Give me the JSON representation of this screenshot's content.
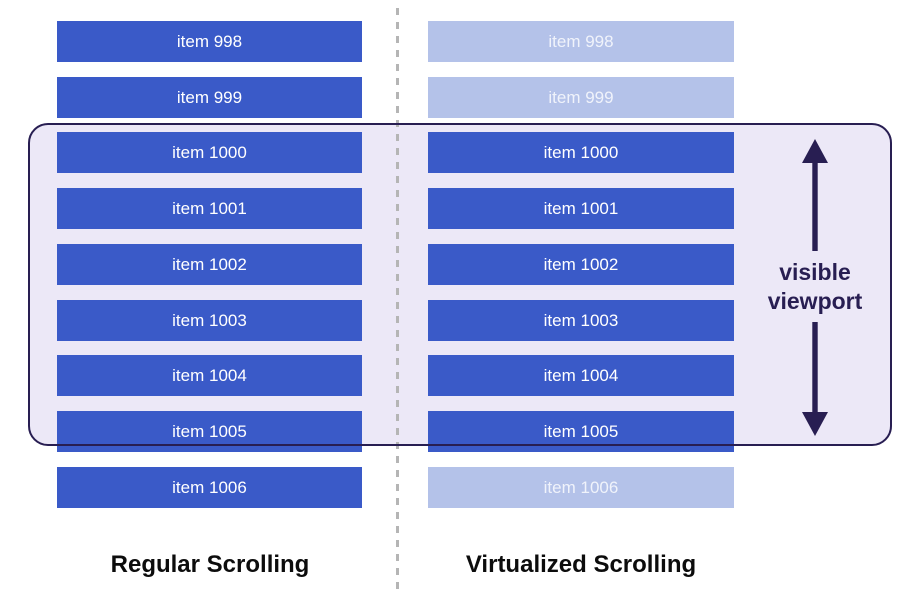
{
  "diagram": {
    "viewport_label": "visible viewport",
    "columns": [
      {
        "label": "Regular Scrolling",
        "items": [
          {
            "label": "item 998",
            "state": "rendered"
          },
          {
            "label": "item 999",
            "state": "rendered"
          },
          {
            "label": "item 1000",
            "state": "rendered"
          },
          {
            "label": "item 1001",
            "state": "rendered"
          },
          {
            "label": "item 1002",
            "state": "rendered"
          },
          {
            "label": "item 1003",
            "state": "rendered"
          },
          {
            "label": "item 1004",
            "state": "rendered"
          },
          {
            "label": "item 1005",
            "state": "rendered"
          },
          {
            "label": "item 1006",
            "state": "rendered"
          }
        ]
      },
      {
        "label": "Virtualized Scrolling",
        "items": [
          {
            "label": "item 998",
            "state": "virtual"
          },
          {
            "label": "item 999",
            "state": "virtual"
          },
          {
            "label": "item 1000",
            "state": "rendered"
          },
          {
            "label": "item 1001",
            "state": "rendered"
          },
          {
            "label": "item 1002",
            "state": "rendered"
          },
          {
            "label": "item 1003",
            "state": "rendered"
          },
          {
            "label": "item 1004",
            "state": "rendered"
          },
          {
            "label": "item 1005",
            "state": "rendered"
          },
          {
            "label": "item 1006",
            "state": "virtual"
          }
        ]
      }
    ],
    "colors": {
      "bar_rendered": "#3a5ac8",
      "bar_virtualized": "#b4c2e9",
      "bar_text": "#ffffff",
      "viewport_fill": "#ece8f7",
      "viewport_border": "#281e52",
      "divider": "#b5b5b5",
      "label_text": "#0c0c0c"
    }
  }
}
